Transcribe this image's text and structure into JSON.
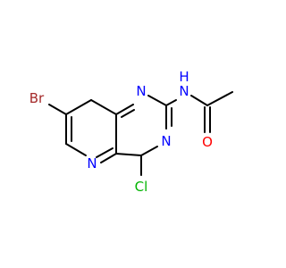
{
  "molecule": {
    "atoms": {
      "br": "Br",
      "n_ring1": "N",
      "n_ring2": "N",
      "n_ring3": "N",
      "n_amide": "N",
      "h_amide": "H",
      "o": "O",
      "cl": "Cl"
    },
    "colors": {
      "bond": "#000000",
      "bromine": "#a52a2a",
      "nitrogen": "#0000ff",
      "oxygen": "#ff0000",
      "chlorine": "#00b400"
    }
  }
}
